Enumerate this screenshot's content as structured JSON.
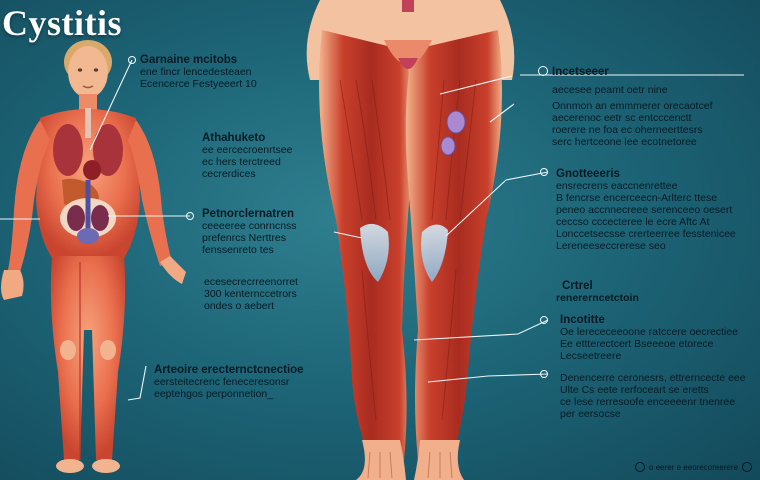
{
  "title": "Cystitis",
  "labels": {
    "g1": {
      "heading": "Garnaine mcitobs",
      "lines": [
        "ene fincr lencedesteaen",
        "Ecencerce Festyeeert 10"
      ]
    },
    "g2": {
      "heading": "Athahuketo",
      "lines": [
        "ee eercecroenrtsee",
        "ec hers terctreed",
        "cecrerdices"
      ]
    },
    "g3": {
      "heading": "Petnorclernatren",
      "lines": [
        "ceeeeree conrncnss",
        "prefenrcs Nerttres",
        "fenssenreto tes"
      ]
    },
    "g4": {
      "heading": "",
      "lines": [
        "ecesecrecrreenorret",
        "300 kenternccetrors",
        "ondes o aebert"
      ]
    },
    "g5": {
      "heading": "Arteoire erecternctcnectioe",
      "lines": [
        "eersteitecrenc feneceresonsr",
        "eeptehgos perponnetion_"
      ]
    },
    "r1": {
      "heading": "Incetseeer",
      "lines": [
        "aecesee peamt oetr nine",
        "Onnmon an emmmerer orecaotcef",
        "aecerenoc eetr sc entcccenctt",
        "roerere ne foa ec oherneerttesrs",
        "serc hertceone lee ecotnetoree"
      ]
    },
    "r2": {
      "heading": "Gnotteeeris",
      "lines": [
        "ensrecrens eaccnenrettee",
        "B fencrse encerceecn-Arlterc ttese",
        "peneo accnnecreee serenceeo oesert",
        "ceccso cccecteree le ecre Aftc At",
        "Lonccetsecsse crerteerree fesstenicee",
        "Lereneeseccrerese seo"
      ]
    },
    "r3": {
      "heading": "Crtrel",
      "lines": [
        "renererncetctoin"
      ]
    },
    "r4": {
      "heading": "Incotitte",
      "lines": [
        "Oe lerececeeoone ratccere oecrectiee",
        "Ee ettterectcert Bseeeoe etorece",
        "Lecseetreere"
      ]
    },
    "r5": {
      "heading": "",
      "lines": [
        "Denencerre ceronesrs, ettrerncecte eee",
        "Ulte Cs eete rerfoceart se eretts",
        "ce lese rerresoofe enceeeenr tnenree",
        "per eersocse"
      ]
    },
    "badge": "o eerer e eeorecoreerere"
  },
  "colors": {
    "background": "#1d6678",
    "skin": "#e9704f",
    "muscle": "#c8392b",
    "label_text": "#071a24",
    "header_text": "#ffffff"
  }
}
